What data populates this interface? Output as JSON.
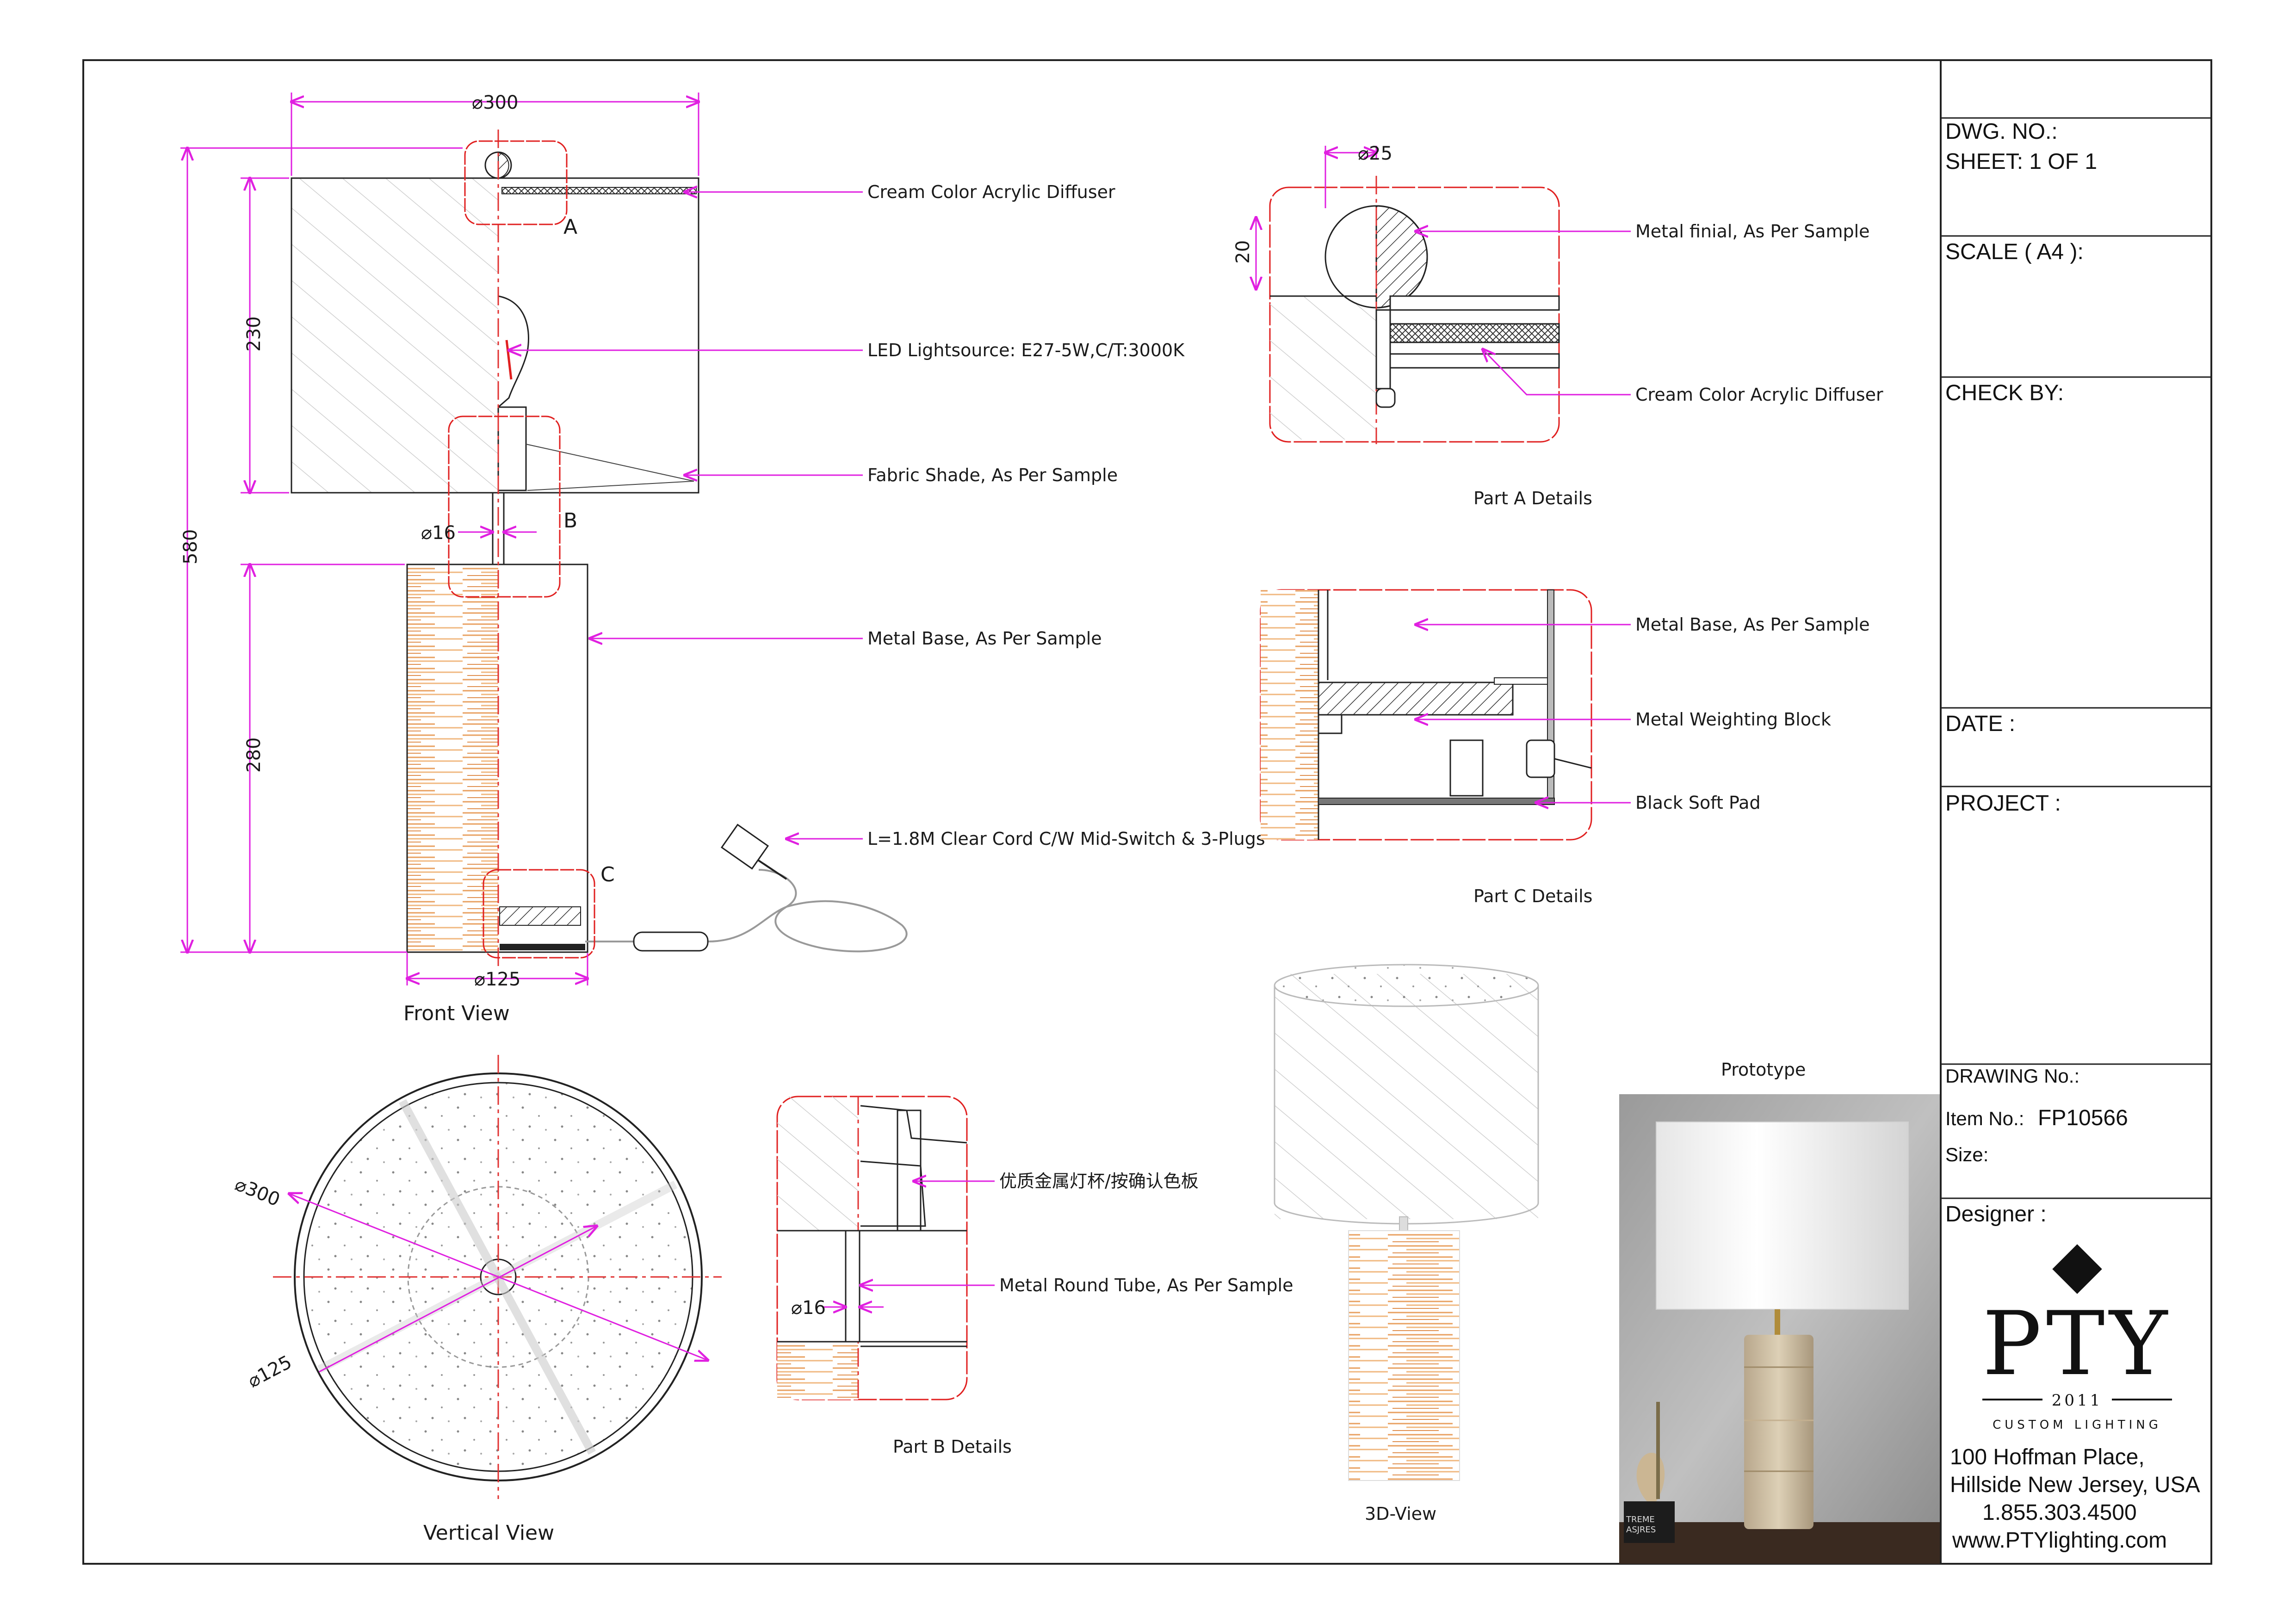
{
  "colors": {
    "dimension": "#e020e0",
    "detail_outline": "#e02020",
    "wood": "#e8a060"
  },
  "front_view": {
    "caption": "Front View",
    "dims": {
      "shade_dia": "⌀300",
      "total_height": "580",
      "shade_height": "230",
      "base_height": "280",
      "tube_dia": "⌀16",
      "base_dia": "⌀125"
    },
    "markers": {
      "a": "A",
      "b": "B",
      "c": "C"
    },
    "callouts": {
      "diffuser": "Cream Color Acrylic Diffuser",
      "light": "LED Lightsource: E27-5W,C/T:3000K",
      "shade": "Fabric Shade, As Per Sample",
      "base": "Metal Base, As Per Sample",
      "cord": "L=1.8M Clear Cord C/W Mid-Switch & 3-Plugs"
    }
  },
  "part_a": {
    "caption": "Part A Details",
    "dims": {
      "finial_dia": "⌀25",
      "finial_h": "20"
    },
    "callouts": {
      "finial": "Metal finial, As Per Sample",
      "diffuser": "Cream Color Acrylic Diffuser"
    }
  },
  "part_c": {
    "caption": "Part C Details",
    "callouts": {
      "base": "Metal Base, As Per Sample",
      "block": "Metal Weighting Block",
      "pad": "Black Soft Pad"
    }
  },
  "part_b": {
    "caption": "Part B Details",
    "dims": {
      "tube_dia": "⌀16"
    },
    "callouts": {
      "cup": "优质金属灯杯/按确认色板",
      "tube": "Metal Round Tube, As Per Sample"
    }
  },
  "vertical_view": {
    "caption": "Vertical View",
    "dims": {
      "outer": "⌀300",
      "inner": "⌀125"
    }
  },
  "view3d": {
    "caption": "3D-View"
  },
  "prototype": {
    "caption": "Prototype",
    "book_text": "TREME\nASJRES"
  },
  "title_block": {
    "dwg_no": "DWG. NO.:",
    "sheet": "SHEET: 1 OF 1",
    "scale": "SCALE ( A4 ):",
    "check": "CHECK BY:",
    "date": "DATE :",
    "project": "PROJECT :",
    "drawing_no": "DRAWING No.:",
    "item_label": "Item No.:",
    "item_value": "FP10566",
    "size": "Size:",
    "designer": "Designer :",
    "brand": "PTY",
    "year": "2011",
    "tagline": "CUSTOM LIGHTING",
    "addr1": "100 Hoffman Place,",
    "addr2": "Hillside New Jersey, USA",
    "phone": "1.855.303.4500",
    "web": "www.PTYlighting.com"
  }
}
